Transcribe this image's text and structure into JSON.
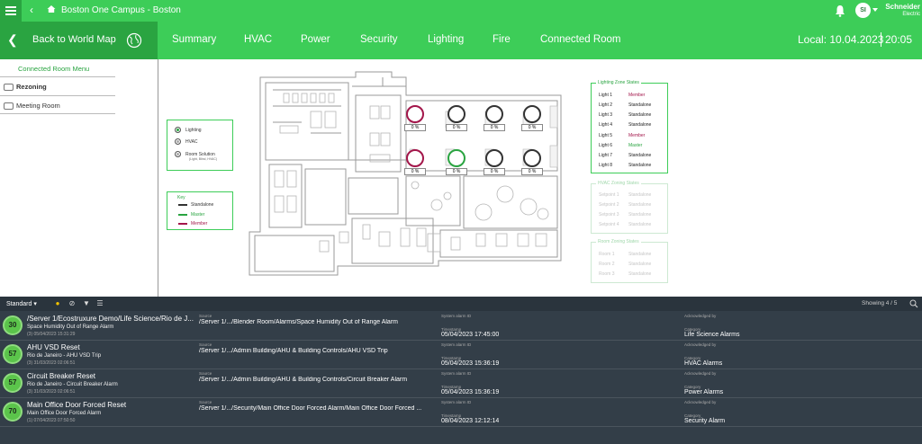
{
  "topbar": {
    "title": "Boston One Campus - Boston",
    "user_initials": "SI",
    "logo_line1": "Schneider",
    "logo_line2": "Electric"
  },
  "navbar": {
    "back_label": "Back to World Map",
    "tabs": [
      "Summary",
      "HVAC",
      "Power",
      "Security",
      "Lighting",
      "Fire",
      "Connected Room"
    ],
    "local_label": "Local: 10.04.2023",
    "time": "20:05"
  },
  "sidepanel": {
    "menu_title": "Connected Room Menu",
    "items": [
      "Rezoning",
      "Meeting Room"
    ]
  },
  "plan": {
    "selector": {
      "options": [
        {
          "label": "Lighting",
          "sublabel": ""
        },
        {
          "label": "HVAC",
          "sublabel": ""
        },
        {
          "label": "Room Solution",
          "sublabel": "(Light, Blind, HVAC)"
        }
      ]
    },
    "key": {
      "title": "Key",
      "items": [
        {
          "label": "Standalone",
          "color": "#333333"
        },
        {
          "label": "Master",
          "color": "#2aa441"
        },
        {
          "label": "Member",
          "color": "#a3164a"
        }
      ]
    },
    "lights": [
      {
        "pct": "0 %",
        "state": "member"
      },
      {
        "pct": "0 %",
        "state": "standalone"
      },
      {
        "pct": "0 %",
        "state": "standalone"
      },
      {
        "pct": "0 %",
        "state": "standalone"
      },
      {
        "pct": "0 %",
        "state": "member"
      },
      {
        "pct": "0 %",
        "state": "master"
      },
      {
        "pct": "0 %",
        "state": "standalone"
      },
      {
        "pct": "0 %",
        "state": "standalone"
      }
    ],
    "lighting_zone": {
      "title": "Lighting Zone States",
      "rows": [
        {
          "name": "Light 1",
          "state": "Member",
          "color": "#a3164a"
        },
        {
          "name": "Light 2",
          "state": "Standalone",
          "color": "#222222"
        },
        {
          "name": "Light 3",
          "state": "Standalone",
          "color": "#222222"
        },
        {
          "name": "Light 4",
          "state": "Standalone",
          "color": "#222222"
        },
        {
          "name": "Light 5",
          "state": "Member",
          "color": "#a3164a"
        },
        {
          "name": "Light 6",
          "state": "Master",
          "color": "#2aa441"
        },
        {
          "name": "Light 7",
          "state": "Standalone",
          "color": "#222222"
        },
        {
          "name": "Light 8",
          "state": "Standalone",
          "color": "#222222"
        }
      ]
    },
    "hvac_zone": {
      "title": "HVAC Zoning States",
      "rows": [
        {
          "name": "Setpoint 1",
          "state": "Standalone"
        },
        {
          "name": "Setpoint 2",
          "state": "Standalone"
        },
        {
          "name": "Setpoint 3",
          "state": "Standalone"
        },
        {
          "name": "Setpoint 4",
          "state": "Standalone"
        }
      ]
    },
    "room_zone": {
      "title": "Room Zoning States",
      "rows": [
        {
          "name": "Room 1",
          "state": "Standalone"
        },
        {
          "name": "Room 2",
          "state": "Standalone"
        },
        {
          "name": "Room 3",
          "state": "Standalone"
        }
      ]
    }
  },
  "alarms": {
    "view": "Standard",
    "showing": "Showing 4 / 5",
    "labels": {
      "source": "Source",
      "system_alarm_id": "System alarm ID",
      "timestamp": "Timestamp",
      "acknowledged_by": "Acknowledged by",
      "category": "Category"
    },
    "rows": [
      {
        "priority": "30",
        "name": "/Server 1/Ecostruxure Demo/Life Science/Rio de J...",
        "subtitle": "Space Humidity Out of Range Alarm",
        "meta": "(3) 05/04/2023 15:31:29",
        "source": "/Server 1/.../Blender Room/Alarms/Space Humidity Out of Range Alarm",
        "timestamp": "05/04/2023 17:45:00",
        "category": "Life Science Alarms"
      },
      {
        "priority": "57",
        "name": "AHU VSD Reset",
        "subtitle": "Rio de Janeiro - AHU VSD Trip",
        "meta": "(3) 31/03/2023 02:06:51",
        "source": "/Server 1/.../Admin Building/AHU & Building Controls/AHU VSD Trip",
        "timestamp": "05/04/2023 15:36:19",
        "category": "HVAC Alarms"
      },
      {
        "priority": "57",
        "name": "Circuit Breaker Reset",
        "subtitle": "Rio de Janeiro - Circuit Breaker Alarm",
        "meta": "(3) 31/03/2023 02:06:51",
        "source": "/Server 1/.../Admin Building/AHU & Building Controls/Circuit Breaker Alarm",
        "timestamp": "05/04/2023 15:36:19",
        "category": "Power Alarms"
      },
      {
        "priority": "70",
        "name": "Main Office Door Forced Reset",
        "subtitle": "Main Office Door Forced Alarm",
        "meta": "(1) 07/04/2023 07:50:50",
        "source": "/Server 1/.../Security/Main Office Door Forced Alarm/Main Office Door Forced ...",
        "timestamp": "08/04/2023 12:12:14",
        "category": "Security Alarm"
      }
    ]
  }
}
